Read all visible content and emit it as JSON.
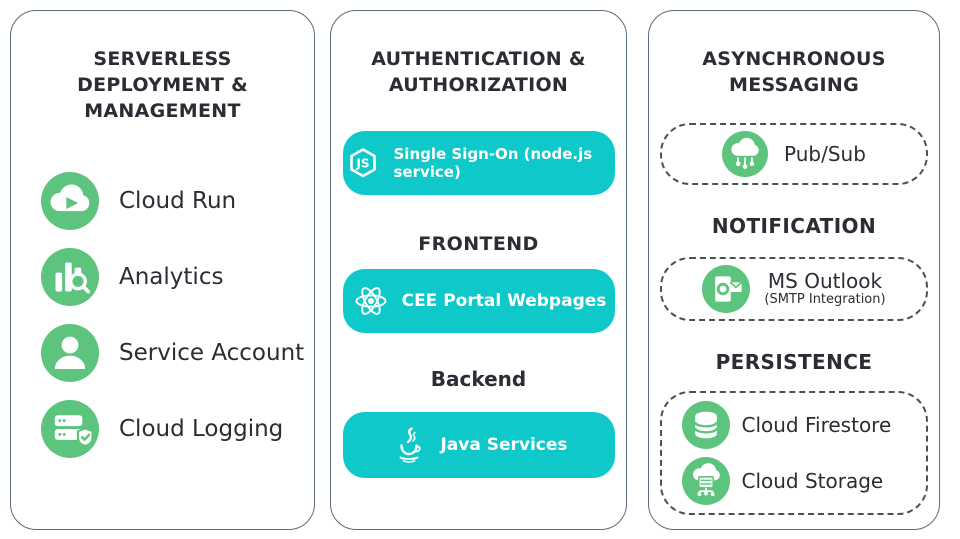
{
  "colors": {
    "green": "#5cc47c",
    "teal": "#0fc8c9",
    "text_dark": "#2b2d35",
    "panel_border": "#5c6c7c",
    "dashed_border": "#4f4f4f"
  },
  "panels": [
    {
      "title": "SERVERLESS DEPLOYMENT & MANAGEMENT",
      "items": [
        {
          "label": "Cloud Run",
          "icon": "cloud-run-icon"
        },
        {
          "label": "Analytics",
          "icon": "analytics-icon"
        },
        {
          "label": "Service Account",
          "icon": "service-account-icon"
        },
        {
          "label": "Cloud Logging",
          "icon": "cloud-logging-icon"
        }
      ]
    },
    {
      "title": "AUTHENTICATION & AUTHORIZATION",
      "sso_button": {
        "label": "Single Sign-On (node.js service)",
        "icon": "nodejs-icon"
      },
      "frontend_heading": "FRONTEND",
      "frontend_button": {
        "label": "CEE Portal Webpages",
        "icon": "react-icon"
      },
      "backend_heading": "Backend",
      "backend_button": {
        "label": "Java Services",
        "icon": "java-icon"
      }
    },
    {
      "title": "ASYNCHRONOUS MESSAGING",
      "pubsub": {
        "label": "Pub/Sub",
        "icon": "pubsub-icon"
      },
      "notification_heading": "NOTIFICATION",
      "outlook": {
        "label": "MS Outlook",
        "sublabel": "(SMTP Integration)",
        "icon": "outlook-icon"
      },
      "persistence_heading": "PERSISTENCE",
      "persistence_items": [
        {
          "label": "Cloud Firestore",
          "icon": "firestore-icon"
        },
        {
          "label": "Cloud Storage",
          "icon": "cloud-storage-icon"
        }
      ]
    }
  ]
}
